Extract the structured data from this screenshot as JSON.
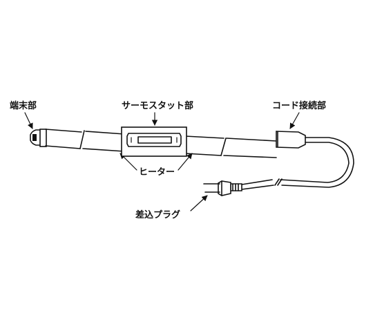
{
  "labels": {
    "terminal": "端末部",
    "thermostat": "サーモスタット部",
    "cord_connection": "コード接続部",
    "heater": "ヒーター",
    "plug": "差込プラグ"
  },
  "colors": {
    "line": "#111111",
    "background": "#ffffff"
  }
}
